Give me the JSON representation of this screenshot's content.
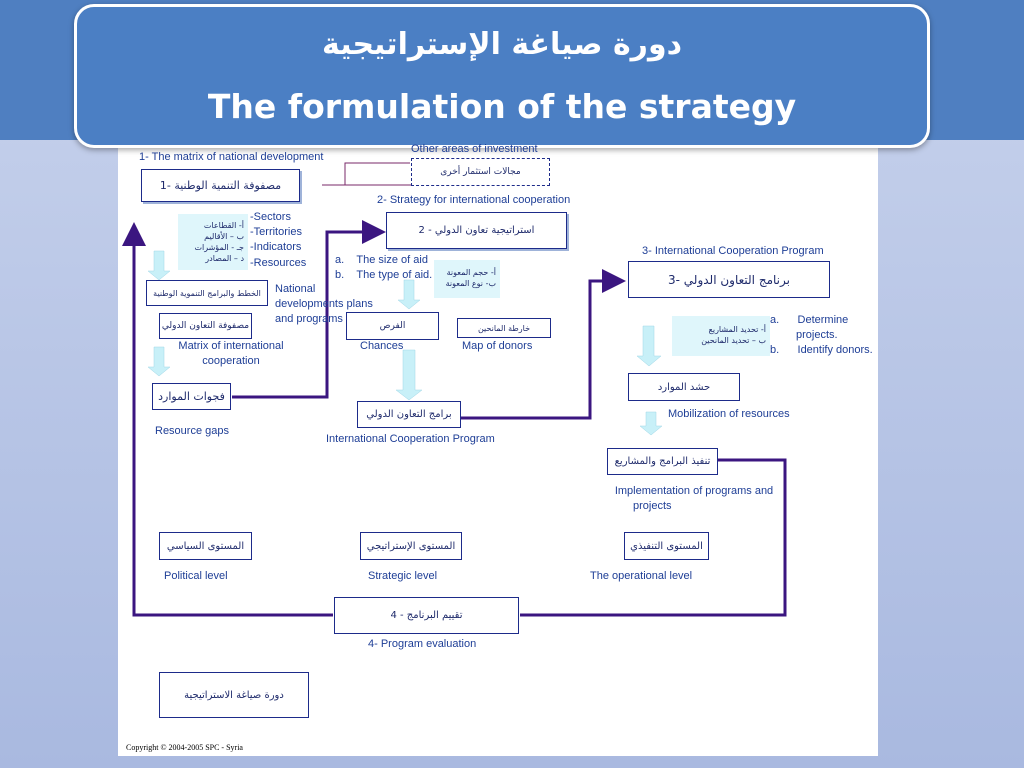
{
  "title": {
    "arabic": "دورة صياغة الإستراتيجية",
    "english": "The formulation of the strategy"
  },
  "labels": {
    "matrix_dev": "1- The matrix of national development",
    "other_areas": "Other areas of investment",
    "strategy_coop": "2- Strategy for international cooperation",
    "icp_program": "3- International Cooperation Program",
    "sectors": "-Sectors",
    "territories": "-Territories",
    "indicators": "-Indicators",
    "resources": "-Resources",
    "size_aid": "a.    The size of aid",
    "type_aid": "b.    The type of aid.",
    "national_plans_1": "National",
    "national_plans_2": "developments plans",
    "national_plans_3": "and programs",
    "matrix_intl_1": "Matrix of international",
    "matrix_intl_2": "cooperation",
    "chances": "Chances",
    "map_donors": "Map of donors",
    "determine_1": "a.      Determine",
    "determine_2": "projects.",
    "identify": "b.      Identify donors.",
    "resource_gaps": "Resource gaps",
    "mobilization": "Mobilization of resources",
    "icp_center": "International Cooperation Program",
    "implementation_1": "Implementation of programs and",
    "implementation_2": "projects",
    "political": "Political level",
    "strategic": "Strategic level",
    "operational": "The operational level",
    "evaluation": "4- Program evaluation"
  },
  "boxes": {
    "matrix_dev": "1- مصفوفة التنمية الوطنية",
    "other_areas": "مجالات استثمار أخرى",
    "strategy_coop": "2 - استراتيجية تعاون الدولي",
    "icp_program": "3- برنامج التعاون الدولي",
    "national_plans": "الخطط والبرامج التنموية الوطنية",
    "matrix_intl": "مصفوفة التعاون الدولي",
    "chances": "الفرص",
    "map_donors": "خارطة المانحين",
    "resource_gaps": "فجوات الموارد",
    "icp_center": "برامج التعاون الدولي",
    "mobilization": "حشد الموارد",
    "implementation": "تنفيذ البرامج والمشاريع",
    "political": "المستوى السياسي",
    "strategic": "المستوى الإستراتيجي",
    "operational": "المستوى التنفيذي",
    "evaluation": "4 - تقييم البرنامج",
    "cycle": "دورة صياغة الاستراتيجية"
  },
  "notes": {
    "sectors_ar": [
      "أ- القطاعات",
      "ب – الأقاليم",
      "جـ - المؤشرات",
      "د – المصادر"
    ],
    "aid_ar": [
      "أ- حجم المعونة",
      "ب- نوع المعونة"
    ],
    "projects_ar": [
      "أ- تحديد المشاريع",
      "ب – تحديد المانحين"
    ]
  },
  "copyright": "Copyright © 2004-2005 SPC - Syria",
  "colors": {
    "flow_line": "#3b1680",
    "thin_line": "#7a2a6a",
    "down_arrow": "#c8f0f8",
    "title_bg": "#4b7fc4"
  }
}
